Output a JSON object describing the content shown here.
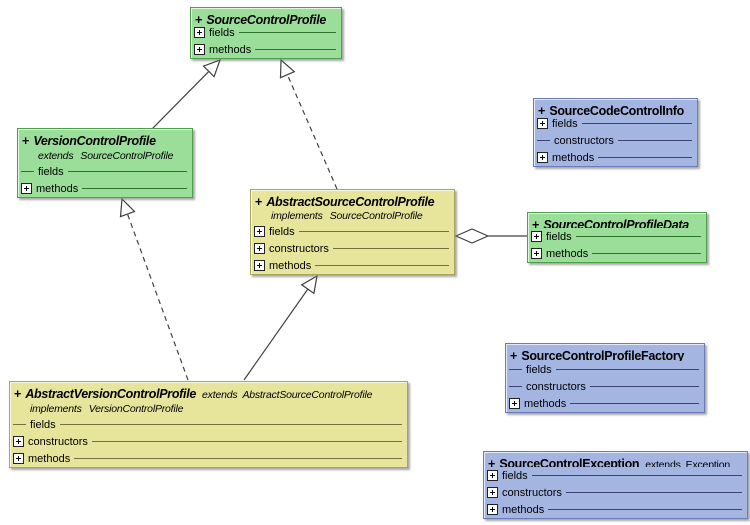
{
  "diagram": {
    "kind": "uml-class-diagram",
    "colors": {
      "interface_fill": "#9ade9a",
      "abstract_fill": "#e7e59c",
      "class_fill": "#a5b5e2"
    },
    "keywords": {
      "extends": "extends",
      "implements": "implements"
    },
    "classes": [
      {
        "visibility": "+",
        "name": "SourceControlProfile",
        "kind": "interface",
        "sections": [
          {
            "label": "fields",
            "expandable": true
          },
          {
            "label": "methods",
            "expandable": true
          }
        ]
      },
      {
        "visibility": "+",
        "name": "VersionControlProfile",
        "kind": "interface",
        "extends_keyword": "extends",
        "extends_type": "SourceControlProfile",
        "sections": [
          {
            "label": "fields",
            "expandable": false
          },
          {
            "label": "methods",
            "expandable": true
          }
        ]
      },
      {
        "visibility": "+",
        "name": "AbstractSourceControlProfile",
        "kind": "abstract-class",
        "implements_keyword": "implements",
        "implements_type": "SourceControlProfile",
        "sections": [
          {
            "label": "fields",
            "expandable": true
          },
          {
            "label": "constructors",
            "expandable": true
          },
          {
            "label": "methods",
            "expandable": true
          }
        ]
      },
      {
        "visibility": "+",
        "name": "SourceCodeControlInfo",
        "kind": "class",
        "sections": [
          {
            "label": "fields",
            "expandable": true
          },
          {
            "label": "constructors",
            "expandable": false
          },
          {
            "label": "methods",
            "expandable": true
          }
        ]
      },
      {
        "visibility": "+",
        "name": "SourceControlProfileData",
        "kind": "interface",
        "sections": [
          {
            "label": "fields",
            "expandable": true
          },
          {
            "label": "methods",
            "expandable": true
          }
        ]
      },
      {
        "visibility": "+",
        "name": "SourceControlProfileFactory",
        "kind": "class",
        "sections": [
          {
            "label": "fields",
            "expandable": false
          },
          {
            "label": "constructors",
            "expandable": false
          },
          {
            "label": "methods",
            "expandable": true
          }
        ]
      },
      {
        "visibility": "+",
        "name": "AbstractVersionControlProfile",
        "kind": "abstract-class",
        "extends_keyword": "extends",
        "extends_type": "AbstractSourceControlProfile",
        "implements_keyword": "implements",
        "implements_type": "VersionControlProfile",
        "sections": [
          {
            "label": "fields",
            "expandable": false
          },
          {
            "label": "constructors",
            "expandable": true
          },
          {
            "label": "methods",
            "expandable": true
          }
        ]
      },
      {
        "visibility": "+",
        "name": "SourceControlException",
        "kind": "class",
        "extends_keyword": "extends",
        "extends_type": "Exception",
        "sections": [
          {
            "label": "fields",
            "expandable": true
          },
          {
            "label": "constructors",
            "expandable": true
          },
          {
            "label": "methods",
            "expandable": true
          }
        ]
      }
    ],
    "relationships": [
      {
        "type": "extends",
        "from": "VersionControlProfile",
        "to": "SourceControlProfile"
      },
      {
        "type": "implements",
        "from": "AbstractSourceControlProfile",
        "to": "SourceControlProfile"
      },
      {
        "type": "implements",
        "from": "AbstractVersionControlProfile",
        "to": "VersionControlProfile"
      },
      {
        "type": "extends",
        "from": "AbstractVersionControlProfile",
        "to": "AbstractSourceControlProfile"
      },
      {
        "type": "aggregation",
        "from": "AbstractSourceControlProfile",
        "to": "SourceControlProfileData"
      },
      {
        "type": "extends",
        "from": "SourceControlException",
        "to": "Exception"
      }
    ]
  }
}
